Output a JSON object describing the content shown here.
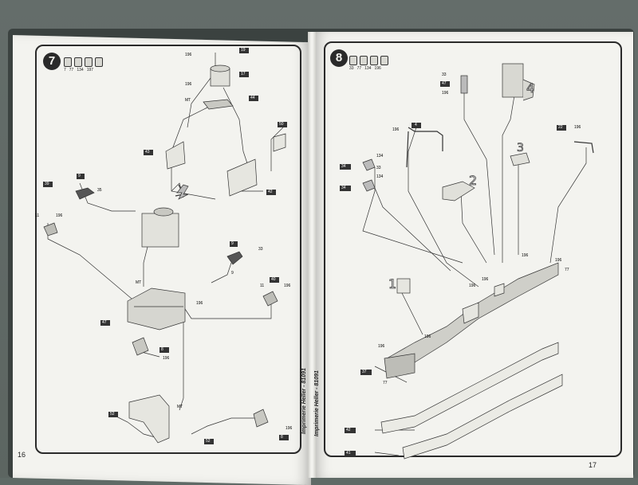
{
  "page_left": {
    "step_number": "7",
    "page_number": "16",
    "footer_vertical": "Imprimerie Heller - 81091",
    "paint_codes": [
      "7",
      "77",
      "134",
      "197"
    ],
    "part_labels": [
      "196",
      "19",
      "17",
      "196",
      "44",
      "MT",
      "50",
      "43",
      "42",
      "35",
      "9",
      "9",
      "11",
      "196",
      "39",
      "33",
      "9",
      "11",
      "196",
      "40",
      "MT",
      "47",
      "196",
      "8",
      "196",
      "52",
      "52",
      "MT",
      "196",
      "8"
    ]
  },
  "page_right": {
    "step_number": "8",
    "page_number": "17",
    "footer_vertical": "Imprimerie Heller - 81091",
    "paint_codes": [
      "33",
      "77",
      "134",
      "196"
    ],
    "part_labels": [
      "33",
      "47",
      "196",
      "4",
      "134",
      "34",
      "33",
      "134",
      "196",
      "34",
      "22",
      "196",
      "196",
      "196",
      "196",
      "77",
      "196",
      "196",
      "196",
      "37",
      "77",
      "42",
      "41"
    ],
    "callouts": [
      "1",
      "2",
      "3",
      "4"
    ]
  }
}
